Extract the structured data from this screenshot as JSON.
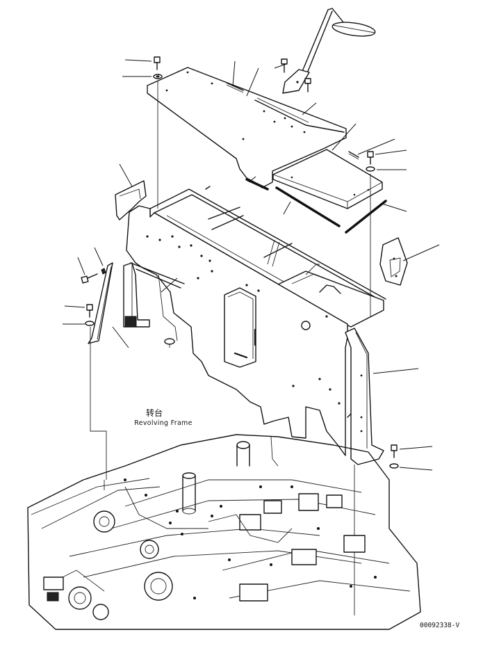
{
  "labels": {
    "frame_chinese": "转台",
    "frame_english": "Revolving Frame",
    "figure_code": "00092338-V"
  }
}
